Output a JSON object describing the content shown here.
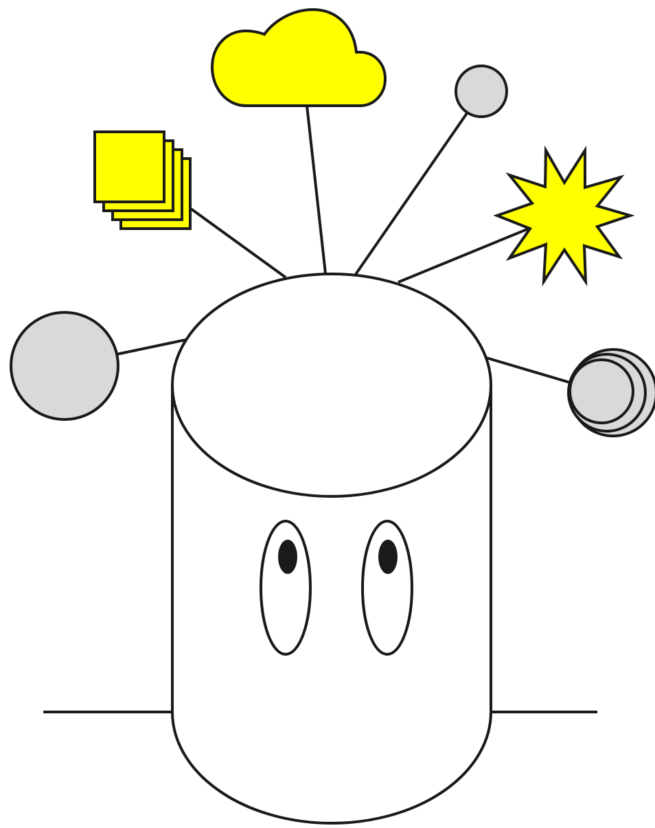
{
  "diagram": {
    "kind": "database-with-connected-nodes",
    "colors": {
      "background": "#ffffff",
      "stroke": "#1a1a1a",
      "node_gray": "#d9d9d9",
      "node_yellow": "#ffff00",
      "pupil": "#1a1a1a"
    },
    "central_node": {
      "shape": "cylinder",
      "has_face": true,
      "eye_count": 2
    },
    "connected_nodes": [
      {
        "shape": "cloud",
        "color": "yellow"
      },
      {
        "shape": "circle-small",
        "color": "gray"
      },
      {
        "shape": "starburst",
        "color": "yellow"
      },
      {
        "shape": "stacked-circles",
        "color": "gray"
      },
      {
        "shape": "circle-large",
        "color": "gray"
      },
      {
        "shape": "stacked-squares",
        "color": "yellow"
      }
    ],
    "baseline": true
  }
}
